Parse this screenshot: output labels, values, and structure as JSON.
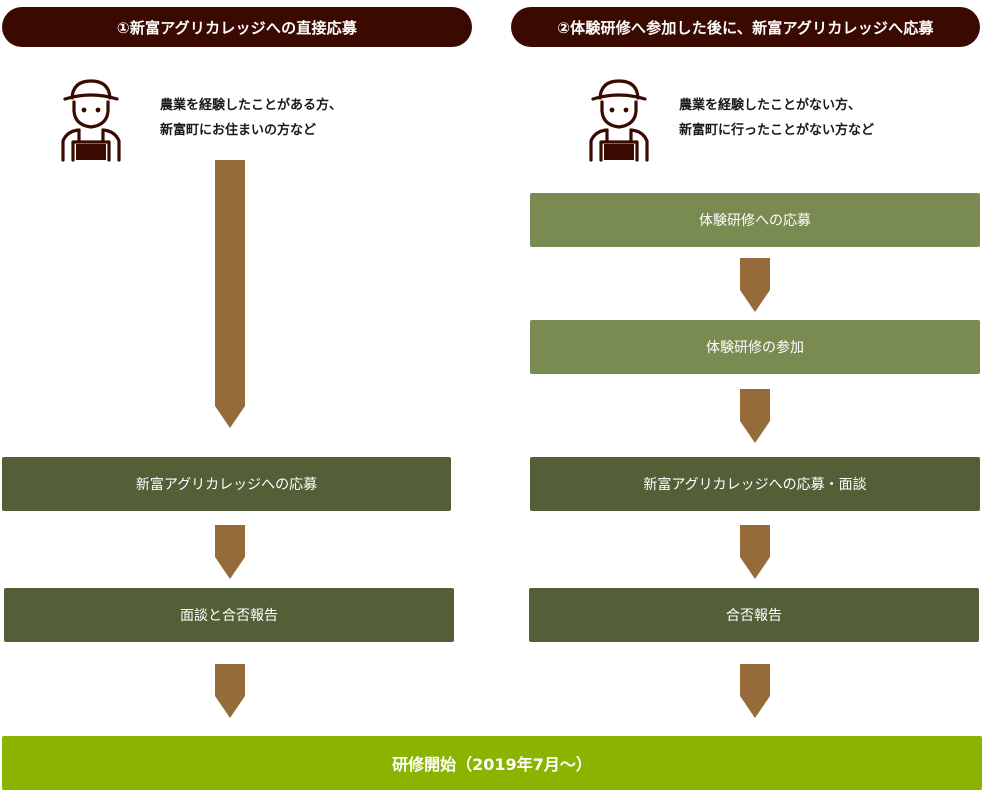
{
  "left": {
    "header": "①新富アグリカレッジへの直接応募",
    "desc_line1": "農業を経験したことがある方、",
    "desc_line2": "新富町にお住まいの方など",
    "step1": "新富アグリカレッジへの応募",
    "step2": "面談と合否報告"
  },
  "right": {
    "header": "②体験研修へ参加した後に、新富アグリカレッジへ応募",
    "desc_line1": "農業を経験したことがない方、",
    "desc_line2": "新富町に行ったことがない方など",
    "step1": "体験研修への応募",
    "step2": "体験研修の参加",
    "step3": "新富アグリカレッジへの応募・面談",
    "step4": "合否報告"
  },
  "final": "研修開始（2019年7月〜）",
  "colors": {
    "header_bg": "#3a0a00",
    "arrow": "#956b39",
    "light_box": "#7a8b52",
    "dark_box": "#535f37",
    "final_box": "#8ab400"
  },
  "icons": {
    "person": "farmer-icon",
    "arrow": "down-arrow-icon"
  }
}
